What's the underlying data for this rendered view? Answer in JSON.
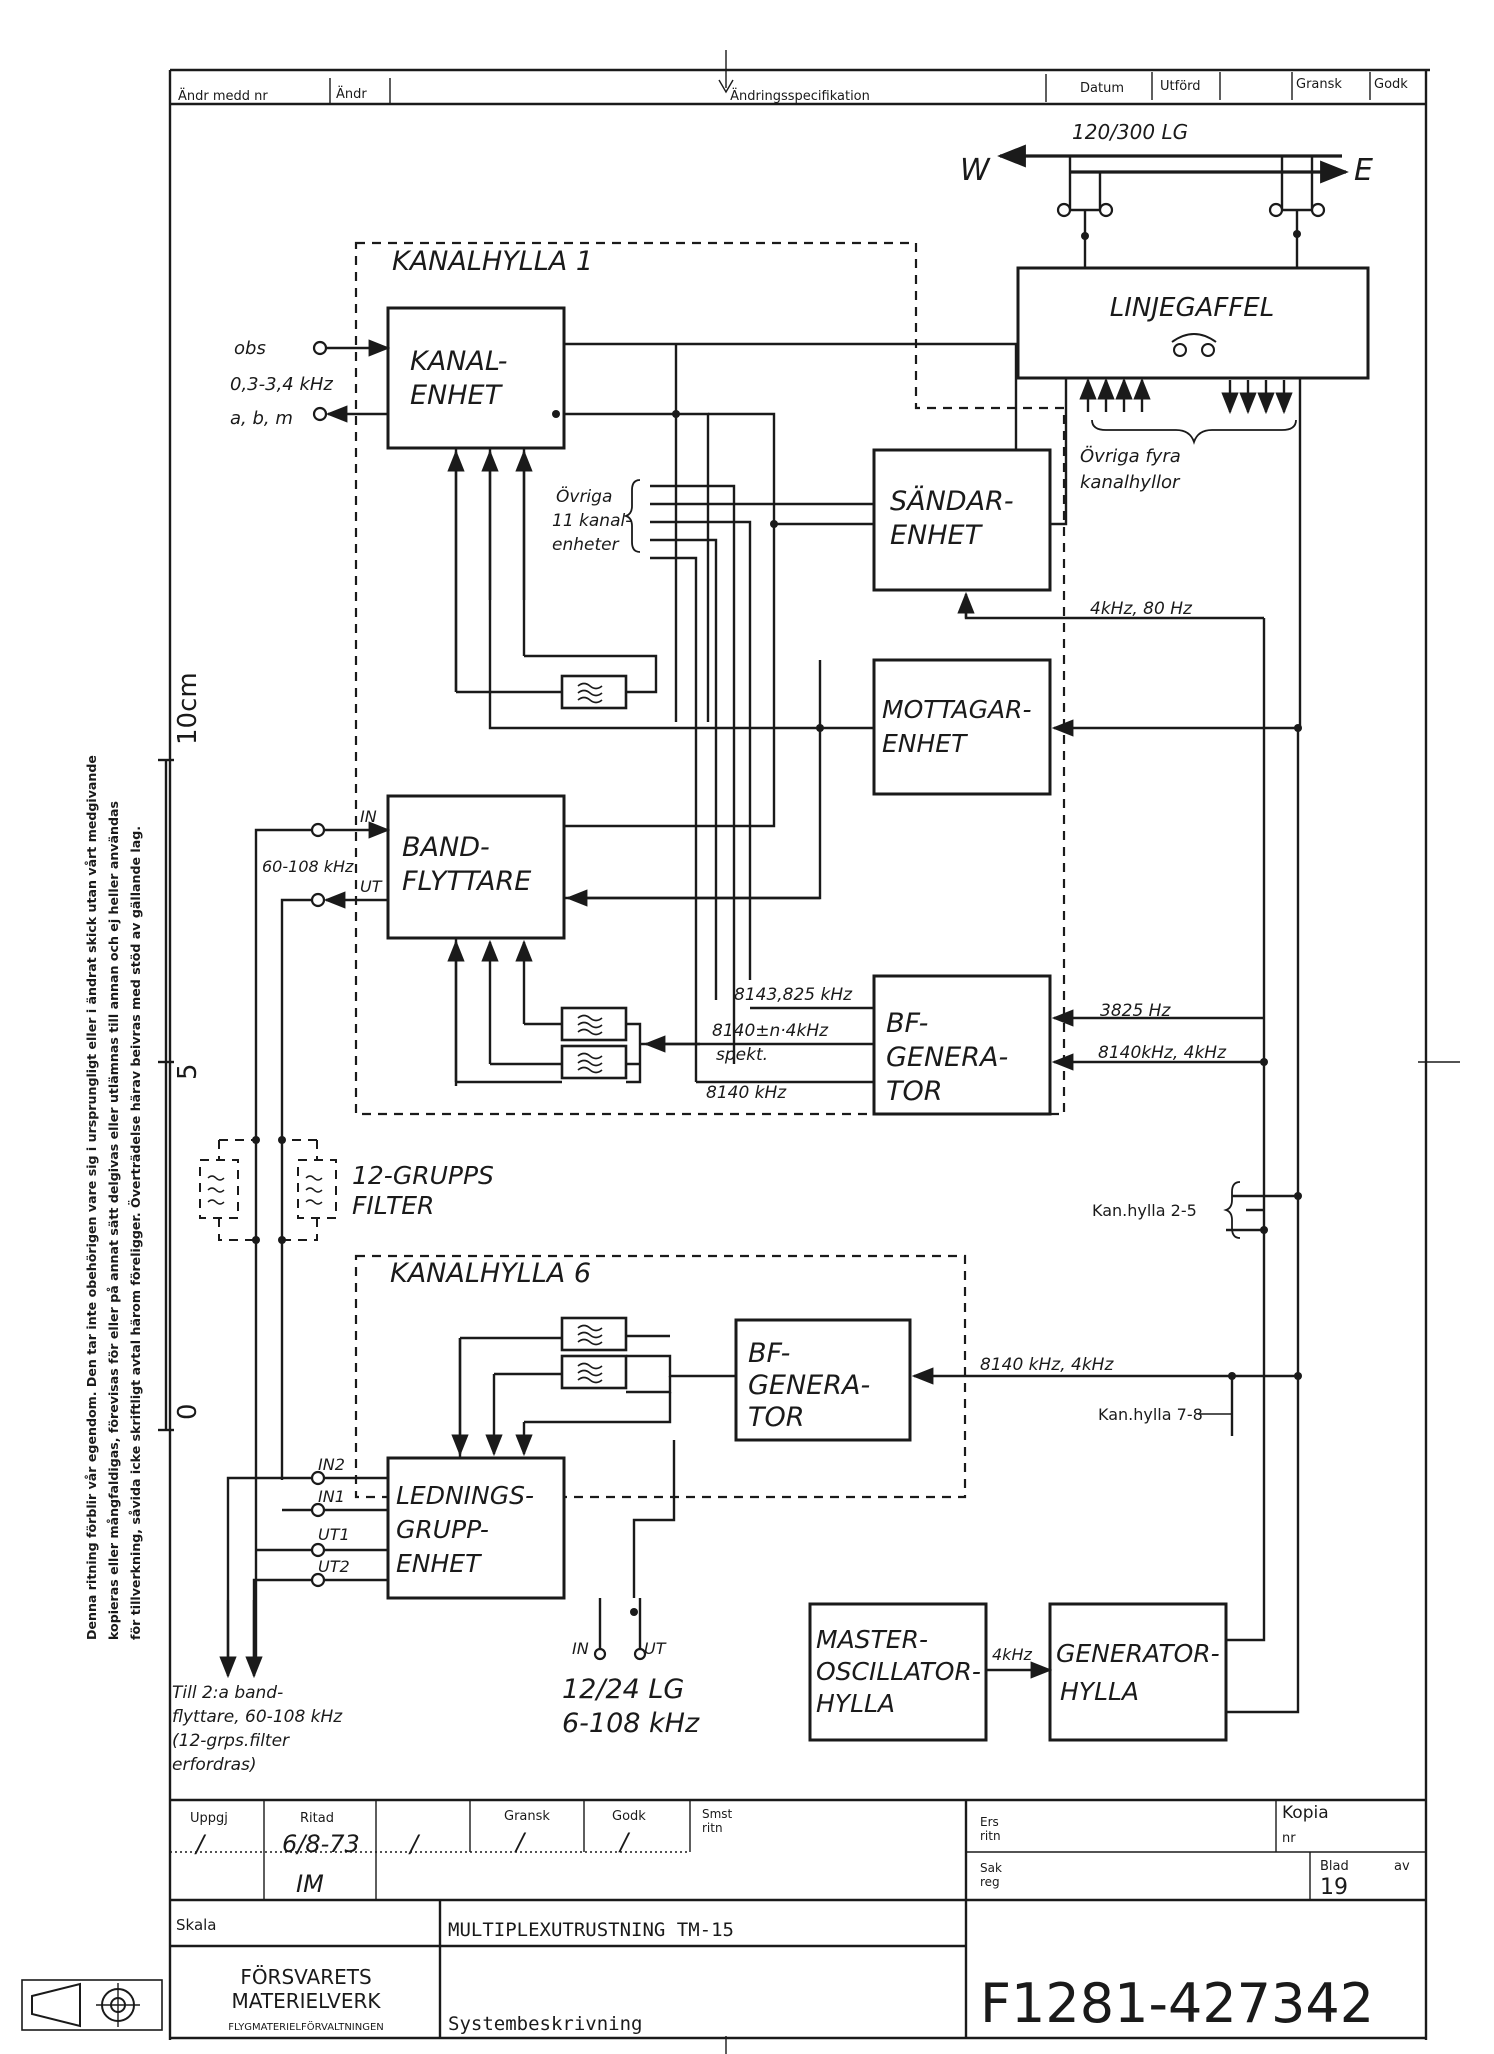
{
  "header": {
    "col_andr_medd_nr": "Ändr medd nr",
    "col_andr": "Ändr",
    "col_spec": "Ändringsspecifikation",
    "col_datum": "Datum",
    "col_utford": "Utförd",
    "col_gransk": "Gransk",
    "col_godk": "Godk"
  },
  "side_text": {
    "line1": "Denna ritning förblir vår egendom. Den tar inte obehörigen vare sig i ursprungligt eller i ändrat skick utan vårt medgivande",
    "line2": "kopieras eller mångfaldigas, förevisas för eller på annat sätt delgivas eller utlämnas till annan och ej heller användas",
    "line3": "för tillverkning, såvida icke skriftligt avtal härom föreligger. Överträdelse härav beivras med stöd av gällande lag."
  },
  "scale": {
    "label_10": "10cm",
    "label_5": "5",
    "label_0": "0"
  },
  "blocks": {
    "kanalhylla1": "KANALHYLLA  1",
    "kanalhylla6": "KANALHYLLA  6",
    "kanal_l1": "KANAL-",
    "kanal_l2": "ENHET",
    "band_l1": "BAND-",
    "band_l2": "FLYTTARE",
    "sandar_l1": "SÄNDAR-",
    "sandar_l2": "ENHET",
    "mottagar_l1": "MOTTAGAR-",
    "mottagar_l2": "ENHET",
    "linjegaffel": "LINJEGAFFEL",
    "bf1_l1": "BF-",
    "bf1_l2": "GENERA-",
    "bf1_l3": "TOR",
    "bf6_l1": "BF-",
    "bf6_l2": "GENERA-",
    "bf6_l3": "TOR",
    "ledn_l1": "LEDNINGS-",
    "ledn_l2": "GRUPP-",
    "ledn_l3": "ENHET",
    "master_l1": "MASTER-",
    "master_l2": "OSCILLATOR-",
    "master_l3": "HYLLA",
    "gen_l1": "GENERATOR-",
    "gen_l2": "HYLLA",
    "grupps_l1": "12-GRUPPS",
    "grupps_l2": "FILTER"
  },
  "labels": {
    "lg_top": "120/300 LG",
    "w": "W",
    "e": "E",
    "obs": "obs",
    "band_range": "0,3-3,4 kHz",
    "abm": "a, b, m",
    "ovriga_l1": "Övriga",
    "ovriga_l2": "11 kanal-",
    "ovriga_l3": "enheter",
    "ovriga_fyra_l1": "Övriga fyra",
    "ovriga_fyra_l2": "kanalhyllor",
    "f_4k80": "4kHz,  80 Hz",
    "in": "IN",
    "ut": "UT",
    "f_60108": "60-108 kHz",
    "f_8143": "8143,825 kHz",
    "f_8140n": "8140±n·4kHz",
    "spekt": "spekt.",
    "f_8140": "8140 kHz",
    "f_3825": "3825 Hz",
    "f_8140_4k": "8140kHz, 4kHz",
    "kan25": "Kan.hylla 2-5",
    "f_8140_4k_b": "8140 kHz,  4kHz",
    "kan78": "Kan.hylla 7-8",
    "in2": "IN2",
    "in1": "IN1",
    "ut1": "UT1",
    "ut2": "UT2",
    "in_b": "IN",
    "ut_b": "UT",
    "lg_bottom_l1": "12/24 LG",
    "lg_bottom_l2": "6-108 kHz",
    "f_4k_mo": "4kHz",
    "till_l1": "Till 2:a band-",
    "till_l2": "flyttare, 60-108 kHz",
    "till_l3": "(12-grps.filter",
    "till_l4": "erfordras)"
  },
  "titleblock": {
    "uppgj": "Uppgj",
    "ritad": "Ritad",
    "gransk": "Gransk",
    "godk": "Godk",
    "smst_l1": "Smst",
    "smst_l2": "ritn",
    "ers_l1": "Ers",
    "ers_l2": "ritn",
    "kopia_l1": "Kopia",
    "kopia_l2": "nr",
    "sak_l1": "Sak",
    "sak_l2": "reg",
    "blad": "Blad",
    "av": "av",
    "blad_nr": "19",
    "slash1": "/",
    "date": "6/8-73",
    "slash2": "/",
    "slash3": "/",
    "slash4": "/",
    "initials": "IM",
    "skala": "Skala",
    "title": "MULTIPLEXUTRUSTNING TM-15",
    "subtitle": "Systembeskrivning",
    "drawing_no": "F1281-427342",
    "org_l1": "FÖRSVARETS",
    "org_l2": "MATERIELVERK",
    "org_l3": "FLYGMATERIELFÖRVALTNINGEN"
  }
}
